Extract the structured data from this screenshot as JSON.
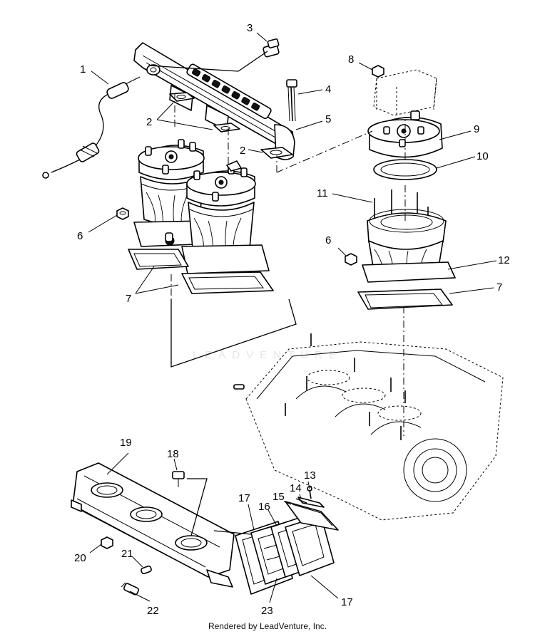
{
  "watermark": "LEADVENTURE",
  "credit": "Rendered by LeadVenture, Inc.",
  "callouts": [
    {
      "id": "1",
      "text": "1"
    },
    {
      "id": "2a",
      "text": "2"
    },
    {
      "id": "2b",
      "text": "2"
    },
    {
      "id": "3",
      "text": "3"
    },
    {
      "id": "4",
      "text": "4"
    },
    {
      "id": "5",
      "text": "5"
    },
    {
      "id": "6a",
      "text": "6"
    },
    {
      "id": "6b",
      "text": "6"
    },
    {
      "id": "7a",
      "text": "7"
    },
    {
      "id": "7b",
      "text": "7"
    },
    {
      "id": "8",
      "text": "8"
    },
    {
      "id": "9",
      "text": "9"
    },
    {
      "id": "10",
      "text": "10"
    },
    {
      "id": "11",
      "text": "11"
    },
    {
      "id": "12",
      "text": "12"
    },
    {
      "id": "13",
      "text": "13"
    },
    {
      "id": "14",
      "text": "14"
    },
    {
      "id": "15",
      "text": "15"
    },
    {
      "id": "16",
      "text": "16"
    },
    {
      "id": "17a",
      "text": "17"
    },
    {
      "id": "17b",
      "text": "17"
    },
    {
      "id": "18",
      "text": "18"
    },
    {
      "id": "19",
      "text": "19"
    },
    {
      "id": "20",
      "text": "20"
    },
    {
      "id": "21",
      "text": "21"
    },
    {
      "id": "22",
      "text": "22"
    },
    {
      "id": "23",
      "text": "23"
    }
  ]
}
